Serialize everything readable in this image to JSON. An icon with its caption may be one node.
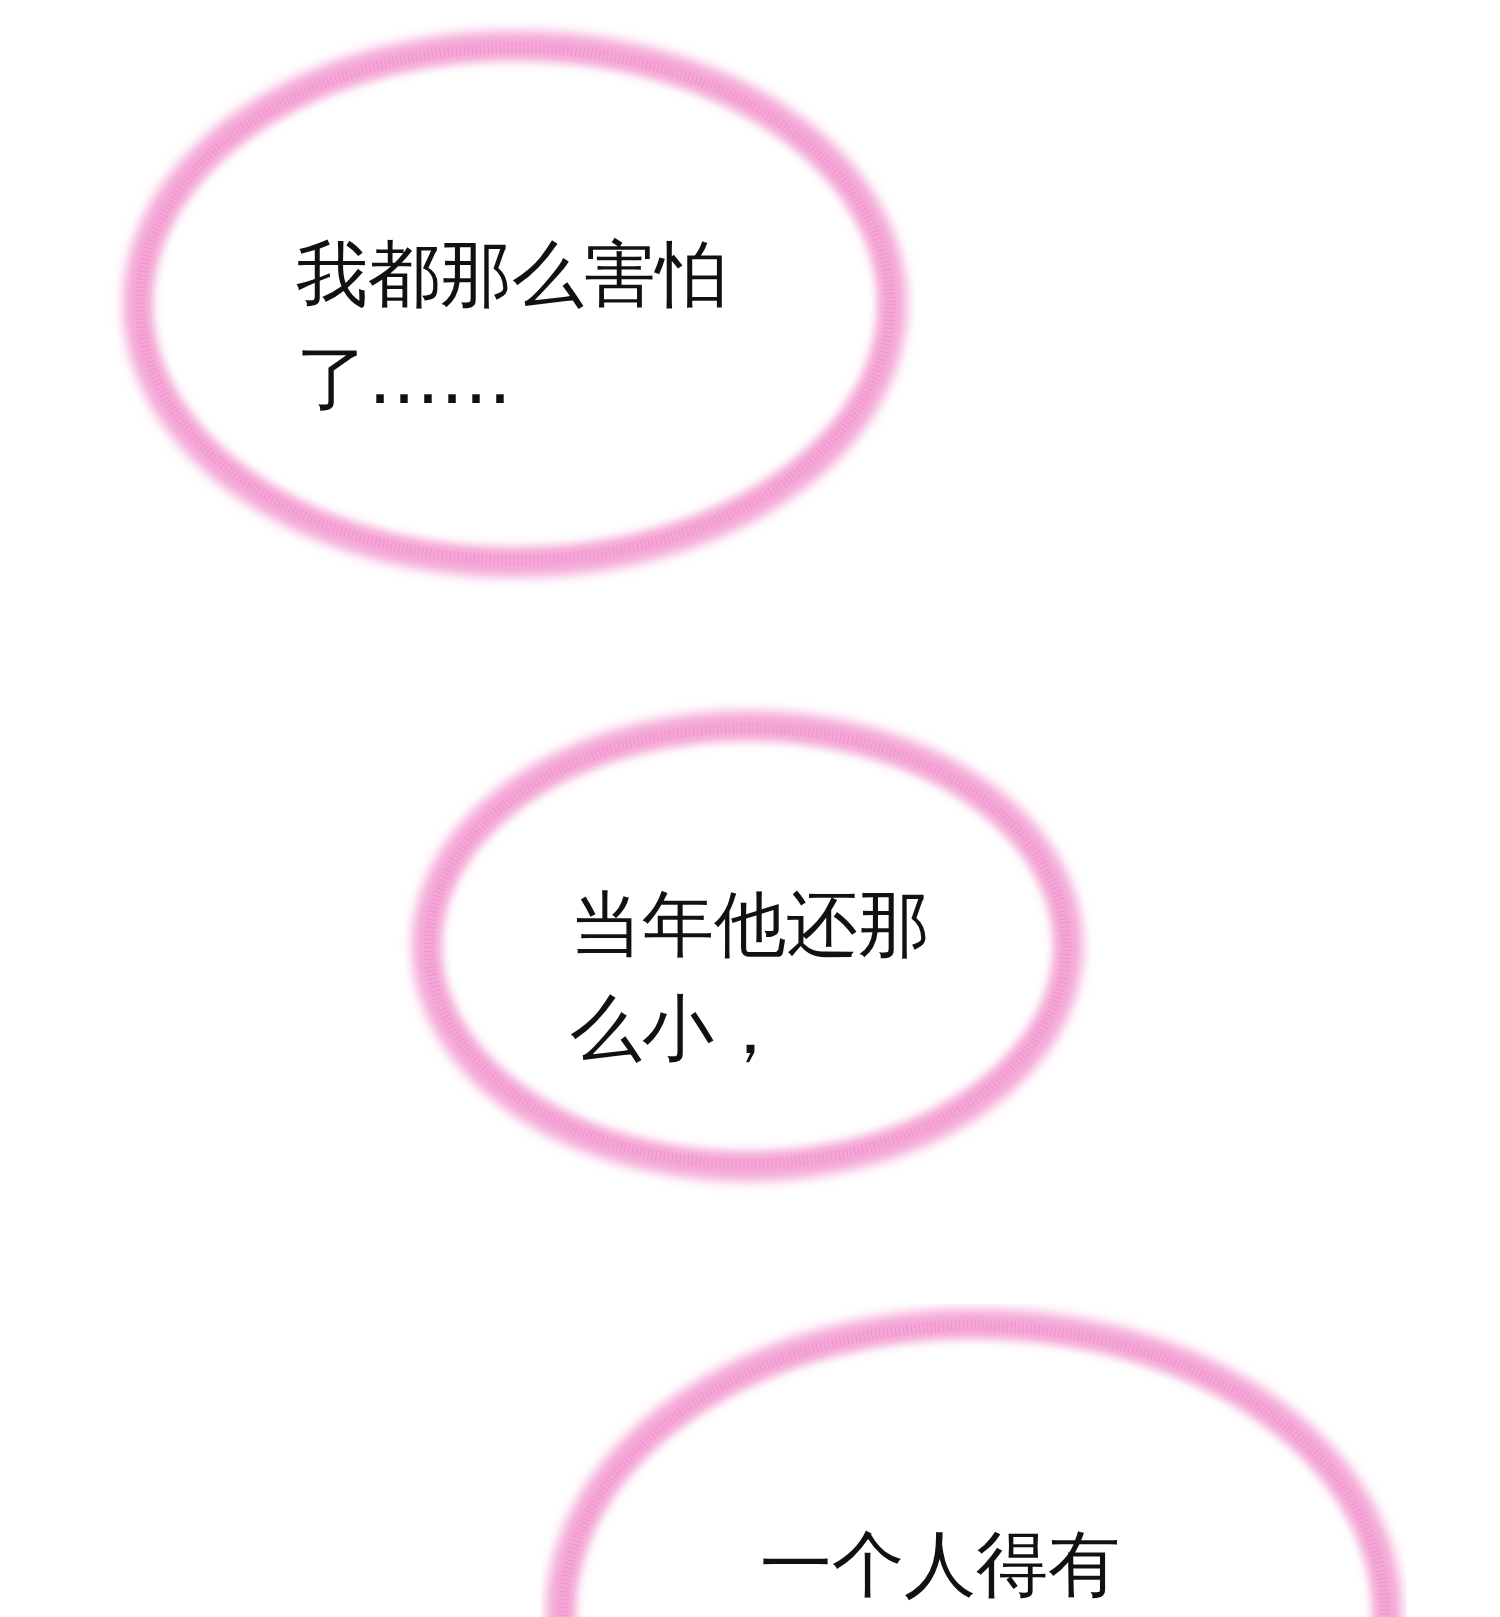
{
  "diagram": {
    "nodes": [
      {
        "text": [
          "我都那么害怕了……"
        ]
      },
      {
        "text": [
          "当年他还那么小，"
        ]
      },
      {
        "text": [
          "一个人得有"
        ]
      }
    ]
  }
}
